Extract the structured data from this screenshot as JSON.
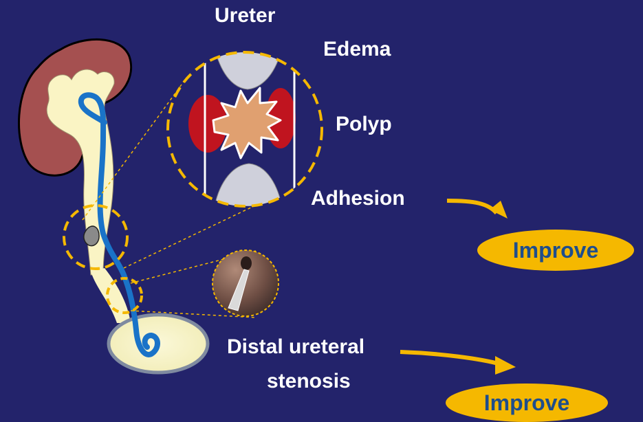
{
  "labels": {
    "ureter": "Ureter",
    "edema": "Edema",
    "polyp": "Polyp",
    "adhesion": "Adhesion",
    "stenosis_line1": "Distal ureteral",
    "stenosis_line2": "stenosis"
  },
  "outcomes": {
    "first": "Improve",
    "second": "Improve"
  },
  "colors": {
    "background": "#23236b",
    "accent": "#f5b800",
    "ureter_blue": "#1a73c8",
    "kidney": "#a85050",
    "pill_text": "#1f4e8c"
  }
}
